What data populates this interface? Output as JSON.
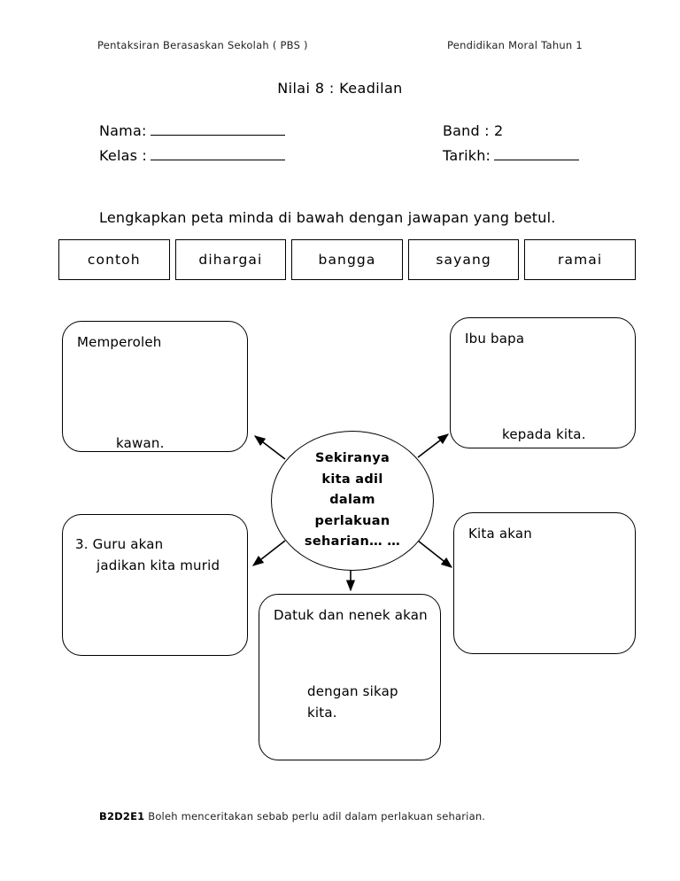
{
  "header": {
    "left": "Pentaksiran Berasaskan Sekolah ( PBS )",
    "right": "Pendidikan Moral Tahun 1",
    "title": "Nilai 8 : Keadilan"
  },
  "fields": {
    "nama_label": "Nama:",
    "kelas_label": "Kelas :",
    "band_label": "Band : 2",
    "tarikh_label": "Tarikh:"
  },
  "instruction": "Lengkapkan peta minda di bawah dengan jawapan yang betul.",
  "word_bank": [
    {
      "word": "contoh"
    },
    {
      "word": "dihargai"
    },
    {
      "word": "bangga"
    },
    {
      "word": "sayang"
    },
    {
      "word": "ramai"
    }
  ],
  "mindmap": {
    "center": [
      "Sekiranya",
      "kita adil",
      "dalam",
      "perlakuan",
      "seharian… …"
    ],
    "nodes": {
      "top_left": {
        "line1": "Memperoleh",
        "line2": "kawan."
      },
      "top_right": {
        "line1": "Ibu bapa",
        "line2": "kepada kita."
      },
      "bottom_left": {
        "line1": "3. Guru akan",
        "line2": "jadikan kita murid"
      },
      "bottom_right": {
        "line1": "Kita akan",
        "line2": ""
      },
      "bottom_center": {
        "line1": "Datuk dan nenek akan",
        "line2": "dengan sikap",
        "line3": "kita."
      }
    }
  },
  "footer": {
    "code": "B2D2E1",
    "text": " Boleh menceritakan sebab perlu adil dalam perlakuan seharian."
  },
  "colors": {
    "ink": "#000000",
    "paper": "#ffffff"
  }
}
